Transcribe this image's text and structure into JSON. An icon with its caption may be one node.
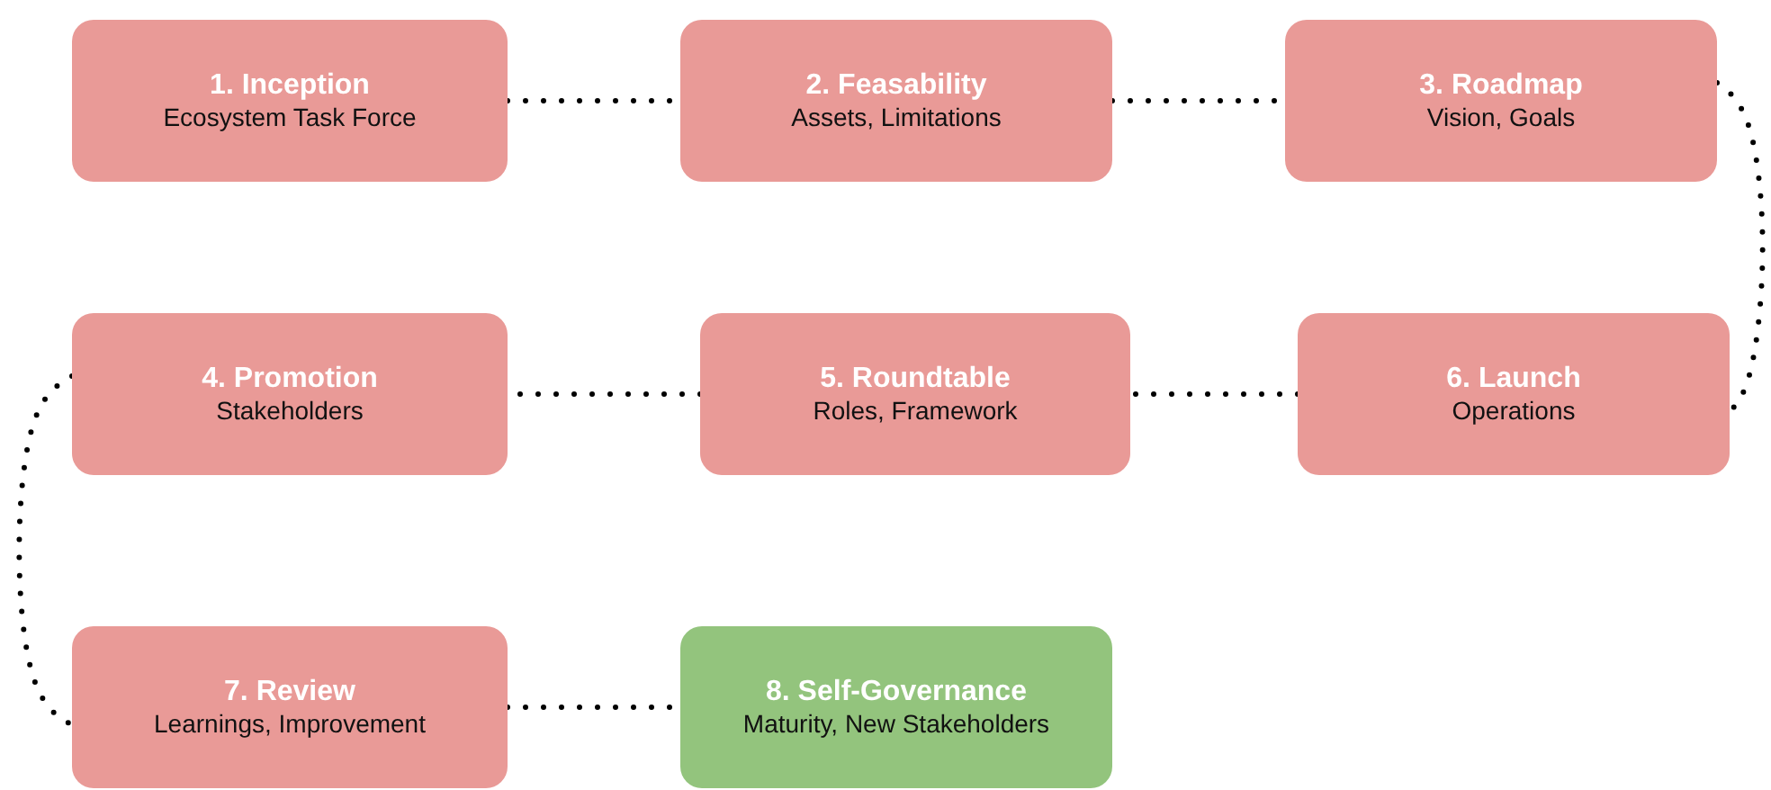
{
  "diagram": {
    "nodes": [
      {
        "text": [
          "1. Inception",
          "Ecosystem Task Force"
        ]
      },
      {
        "text": [
          "2. Feasability",
          "Assets, Limitations"
        ]
      },
      {
        "text": [
          "3. Roadmap",
          "Vision, Goals"
        ]
      },
      {
        "text": [
          "4. Promotion",
          "Stakeholders"
        ]
      },
      {
        "text": [
          "5. Roundtable",
          "Roles, Framework"
        ]
      },
      {
        "text": [
          "6. Launch",
          "Operations"
        ]
      },
      {
        "text": [
          "7. Review",
          "Learnings, Improvement"
        ]
      },
      {
        "text": [
          "8. Self-Governance",
          "Maturity, New Stakeholders"
        ]
      }
    ],
    "edges": [
      {
        "from": 0,
        "to": 1,
        "arrow": "none"
      },
      {
        "from": 1,
        "to": 2,
        "arrow": "none"
      },
      {
        "from": 2,
        "to": 5,
        "arrow": "none"
      },
      {
        "from": 5,
        "to": 4,
        "arrow": "none"
      },
      {
        "from": 4,
        "to": 3,
        "arrow": "none"
      },
      {
        "from": 3,
        "to": 6,
        "arrow": "none"
      },
      {
        "from": 6,
        "to": 7,
        "arrow": "none"
      }
    ]
  }
}
